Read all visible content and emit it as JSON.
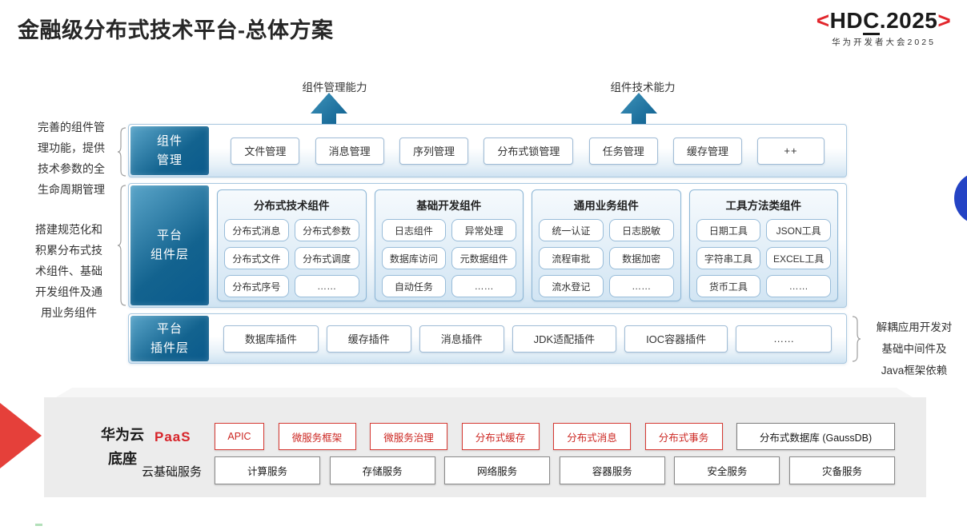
{
  "title": "金融级分布式技术平台-总体方案",
  "logo": {
    "bracket_left": "<",
    "pre_c": "HD",
    "c": "C",
    "post_c": ".2025",
    "bracket_right": ">",
    "subtitle": "华为开发者大会2025"
  },
  "arrows": {
    "left_label": "组件管理能力",
    "right_label": "组件技术能力"
  },
  "notes": {
    "left_top": "完善的组件管\n理功能，提供\n技术参数的全\n生命周期管理",
    "left_bottom": "搭建规范化和\n积累分布式技\n术组件、基础\n开发组件及通\n用业务组件",
    "right": "解耦应用开发对\n基础中间件及\nJava框架依赖"
  },
  "rows": {
    "component_mgmt": {
      "label": "组件\n管理",
      "items": [
        "文件管理",
        "消息管理",
        "序列管理",
        "分布式锁管理",
        "任务管理",
        "缓存管理",
        "++"
      ]
    },
    "platform_components": {
      "label": "平台\n组件层",
      "groups": [
        {
          "title": "分布式技术组件",
          "items": [
            "分布式消息",
            "分布式参数",
            "分布式文件",
            "分布式调度",
            "分布式序号",
            "……"
          ]
        },
        {
          "title": "基础开发组件",
          "items": [
            "日志组件",
            "异常处理",
            "数据库访问",
            "元数据组件",
            "自动任务",
            "……"
          ]
        },
        {
          "title": "通用业务组件",
          "items": [
            "统一认证",
            "日志脱敏",
            "流程审批",
            "数据加密",
            "流水登记",
            "……"
          ]
        },
        {
          "title": "工具方法类组件",
          "items": [
            "日期工具",
            "JSON工具",
            "字符串工具",
            "EXCEL工具",
            "货币工具",
            "……"
          ]
        }
      ]
    },
    "platform_plugins": {
      "label": "平台\n插件层",
      "items": [
        "数据库插件",
        "缓存插件",
        "消息插件",
        "JDK适配插件",
        "IOC容器插件",
        "……"
      ]
    }
  },
  "foundation": {
    "label": "华为云\n底座",
    "paas": {
      "label": "PaaS",
      "red_items": [
        "APIC",
        "微服务框架",
        "微服务治理",
        "分布式缓存",
        "分布式消息",
        "分布式事务"
      ],
      "plain_item": "分布式数据库 (GaussDB)"
    },
    "cloud_base": {
      "label": "云基础服务",
      "items": [
        "计算服务",
        "存储服务",
        "网络服务",
        "容器服务",
        "安全服务",
        "灾备服务"
      ]
    }
  },
  "colors": {
    "accent_blue_dark": "#0a5a8c",
    "accent_blue_light": "#5aa5c9",
    "arrow_teal": "#156a96",
    "accent_red": "#d7242a",
    "circle_blue": "#2443c4",
    "panel_gray": "#ececec"
  }
}
